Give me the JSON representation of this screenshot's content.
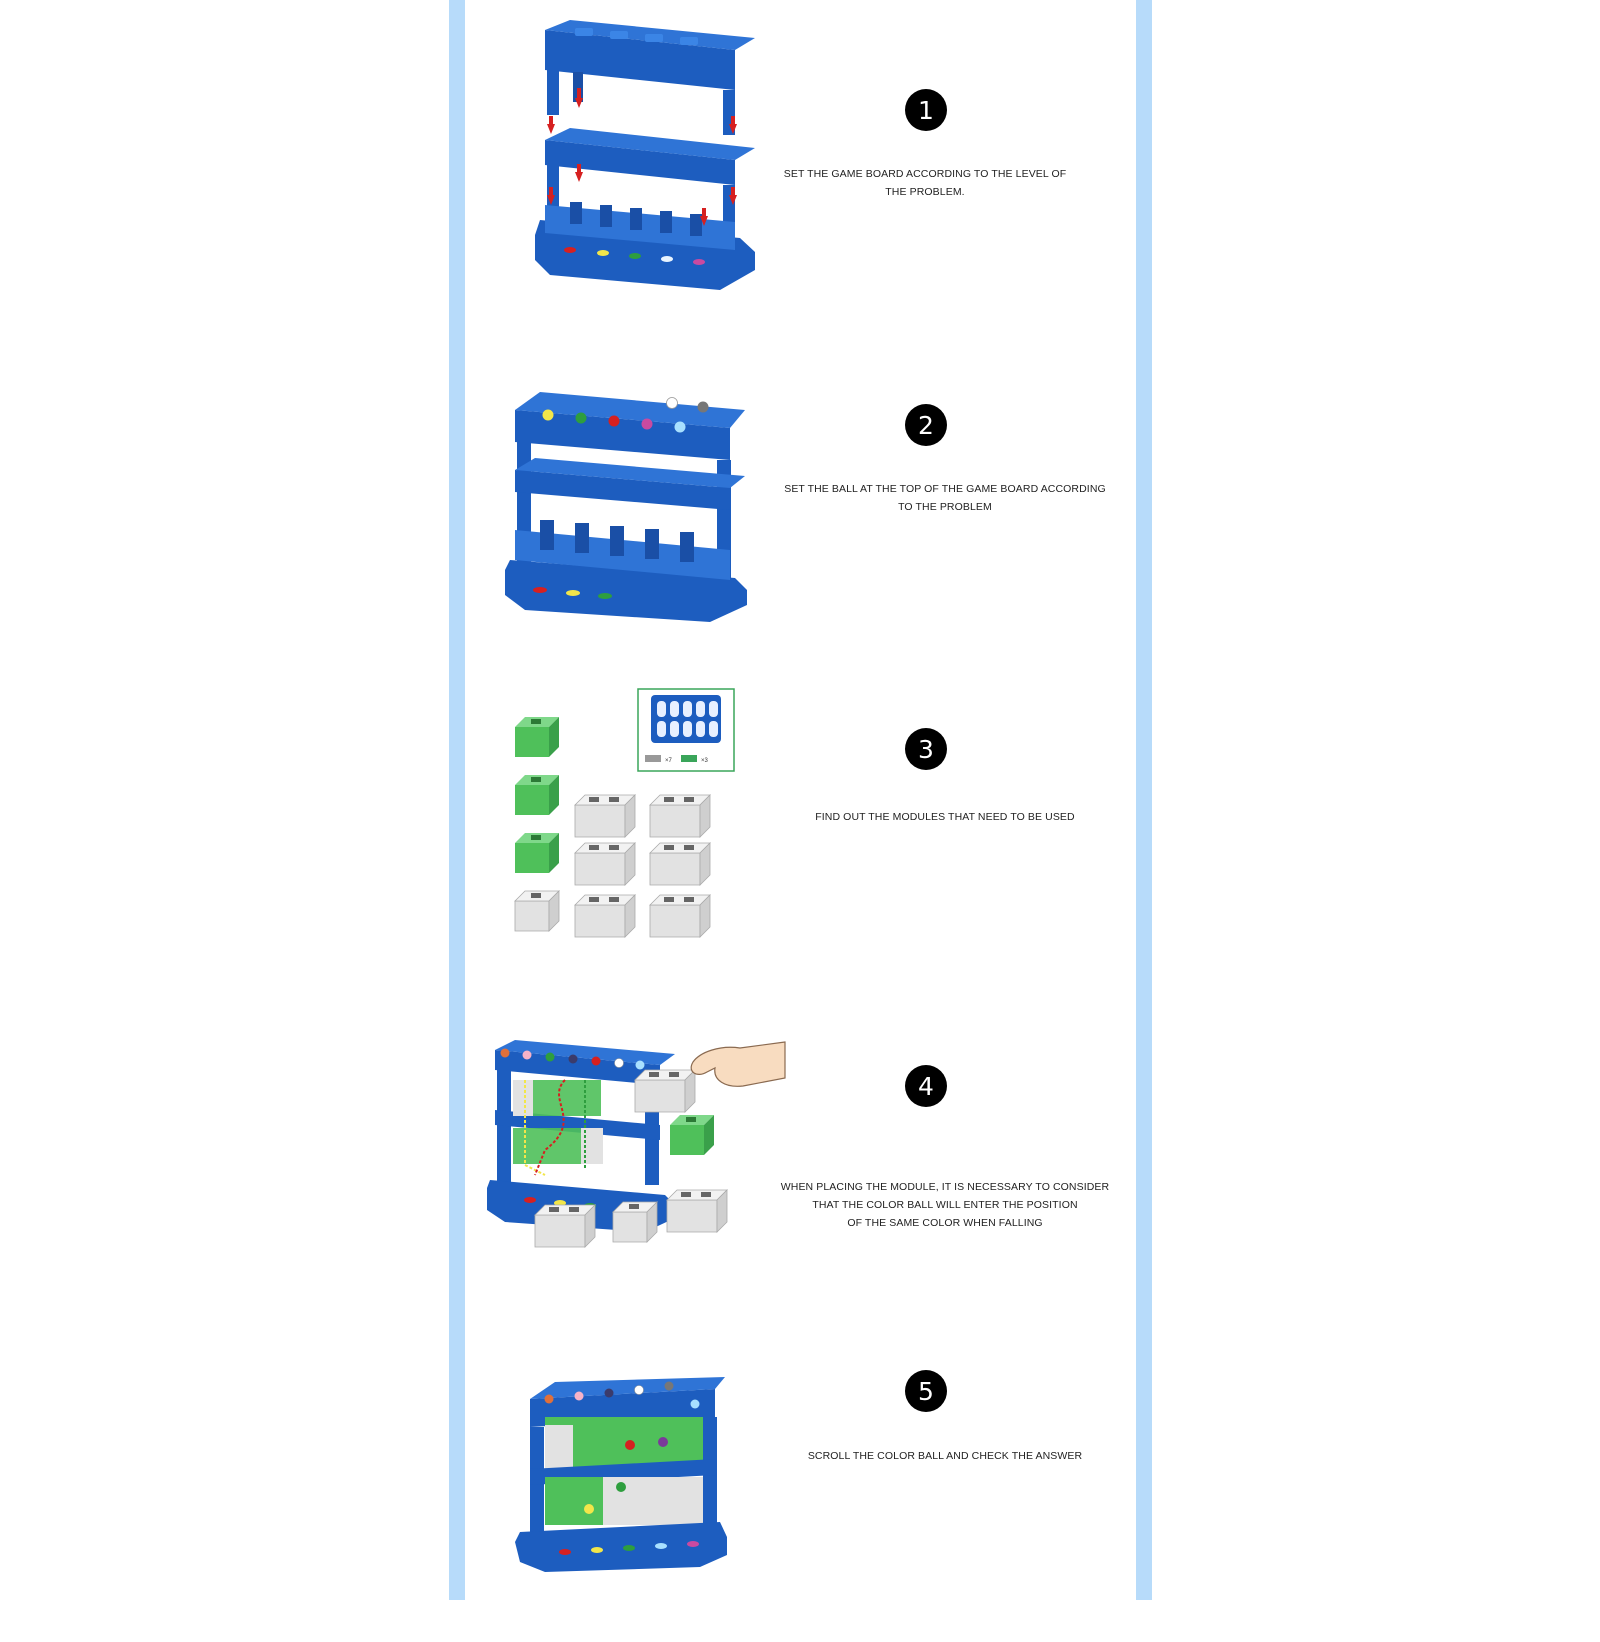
{
  "colors": {
    "rail": "#b7dbfa",
    "board_blue": "#1d5dbf",
    "module_green": "#4fc05a",
    "module_gray": "#d9d9d9",
    "arrow_red": "#d62020"
  },
  "steps": [
    {
      "number": "1",
      "caption_lines": [
        "SET THE GAME BOARD ACCORDING TO THE LEVEL OF",
        "THE PROBLEM."
      ],
      "illustration": "exploded-game-board-icon"
    },
    {
      "number": "2",
      "caption_lines": [
        "SET THE BALL AT THE TOP OF THE GAME BOARD ACCORDING",
        "TO THE PROBLEM"
      ],
      "illustration": "assembled-board-with-balls-icon"
    },
    {
      "number": "3",
      "caption_lines": [
        "FIND OUT THE MODULES THAT NEED TO BE USED"
      ],
      "illustration": "modules-and-problem-card-icon",
      "card_counts": [
        "×7",
        "×3"
      ]
    },
    {
      "number": "4",
      "caption_lines": [
        "WHEN PLACING THE MODULE, IT IS NECESSARY TO CONSIDER",
        "THAT THE COLOR BALL WILL ENTER THE POSITION",
        "OF THE SAME COLOR WHEN FALLING"
      ],
      "illustration": "hand-placing-module-icon"
    },
    {
      "number": "5",
      "caption_lines": [
        "SCROLL THE COLOR BALL AND CHECK THE ANSWER"
      ],
      "illustration": "completed-board-icon"
    }
  ]
}
